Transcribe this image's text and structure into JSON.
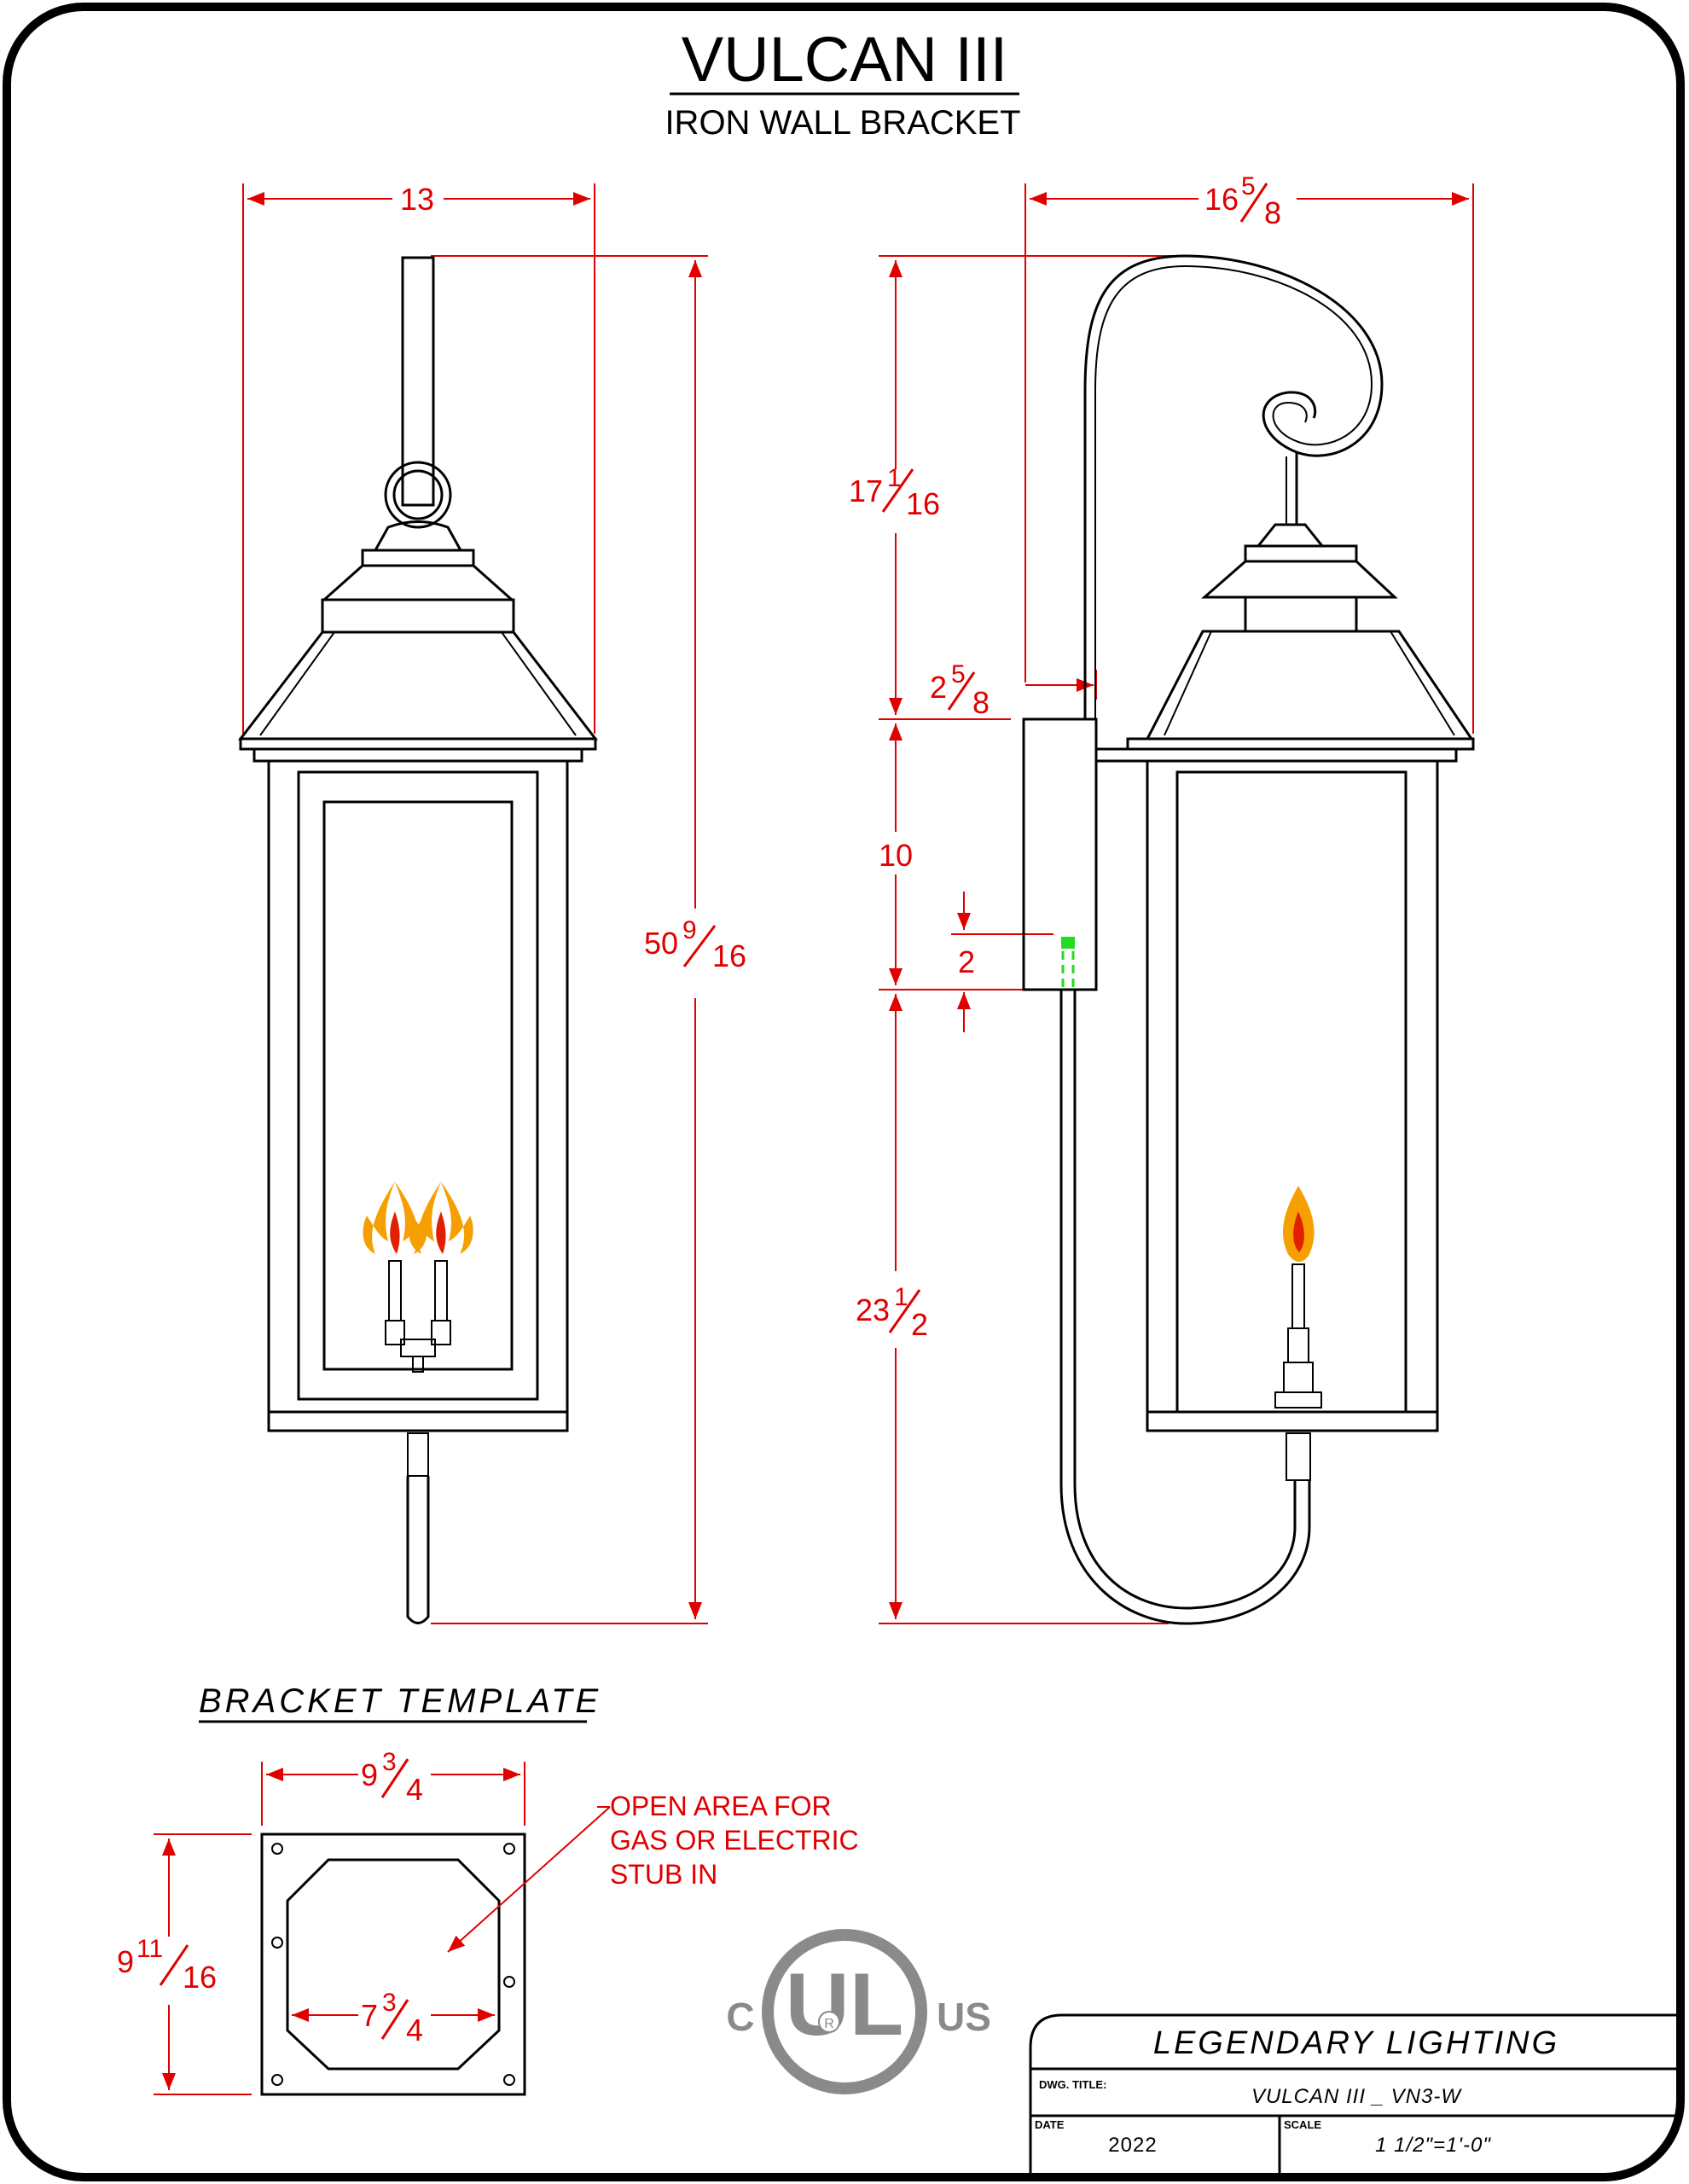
{
  "title": "VULCAN III",
  "subtitle": "IRON WALL BRACKET",
  "front_view": {
    "width": "13",
    "height_whole": "50",
    "height_num": "9",
    "height_den": "16"
  },
  "side_view": {
    "width_whole": "16",
    "width_num": "5",
    "width_den": "8",
    "upper_whole": "17",
    "upper_num": "1",
    "upper_den": "16",
    "offset_whole": "2",
    "offset_num": "5",
    "offset_den": "8",
    "box_height": "10",
    "stub": "2",
    "lower_whole": "23",
    "lower_num": "1",
    "lower_den": "2"
  },
  "bracket_template": {
    "label": "BRACKET TEMPLATE",
    "width_whole": "9",
    "width_num": "3",
    "width_den": "4",
    "height_whole": "9",
    "height_num": "11",
    "height_den": "16",
    "inner_whole": "7",
    "inner_num": "3",
    "inner_den": "4",
    "note_line1": "OPEN AREA FOR",
    "note_line2": "GAS OR ELECTRIC",
    "note_line3": "STUB IN"
  },
  "ul_mark": {
    "left": "C",
    "center": "UL",
    "registered": "R",
    "right": "US"
  },
  "title_block": {
    "company": "LEGENDARY LIGHTING",
    "dwg_title_label": "DWG. TITLE:",
    "dwg_title": "VULCAN  III  _  VN3-W",
    "date_label": "DATE",
    "date": "2022",
    "scale_label": "SCALE",
    "scale": "1  1/2\"=1'-0\""
  },
  "colors": {
    "dimension": "#e00000",
    "outline": "#000000",
    "ul_mark": "#8a8a8a",
    "flame_outer": "#f5a000",
    "flame_inner": "#e02000"
  }
}
